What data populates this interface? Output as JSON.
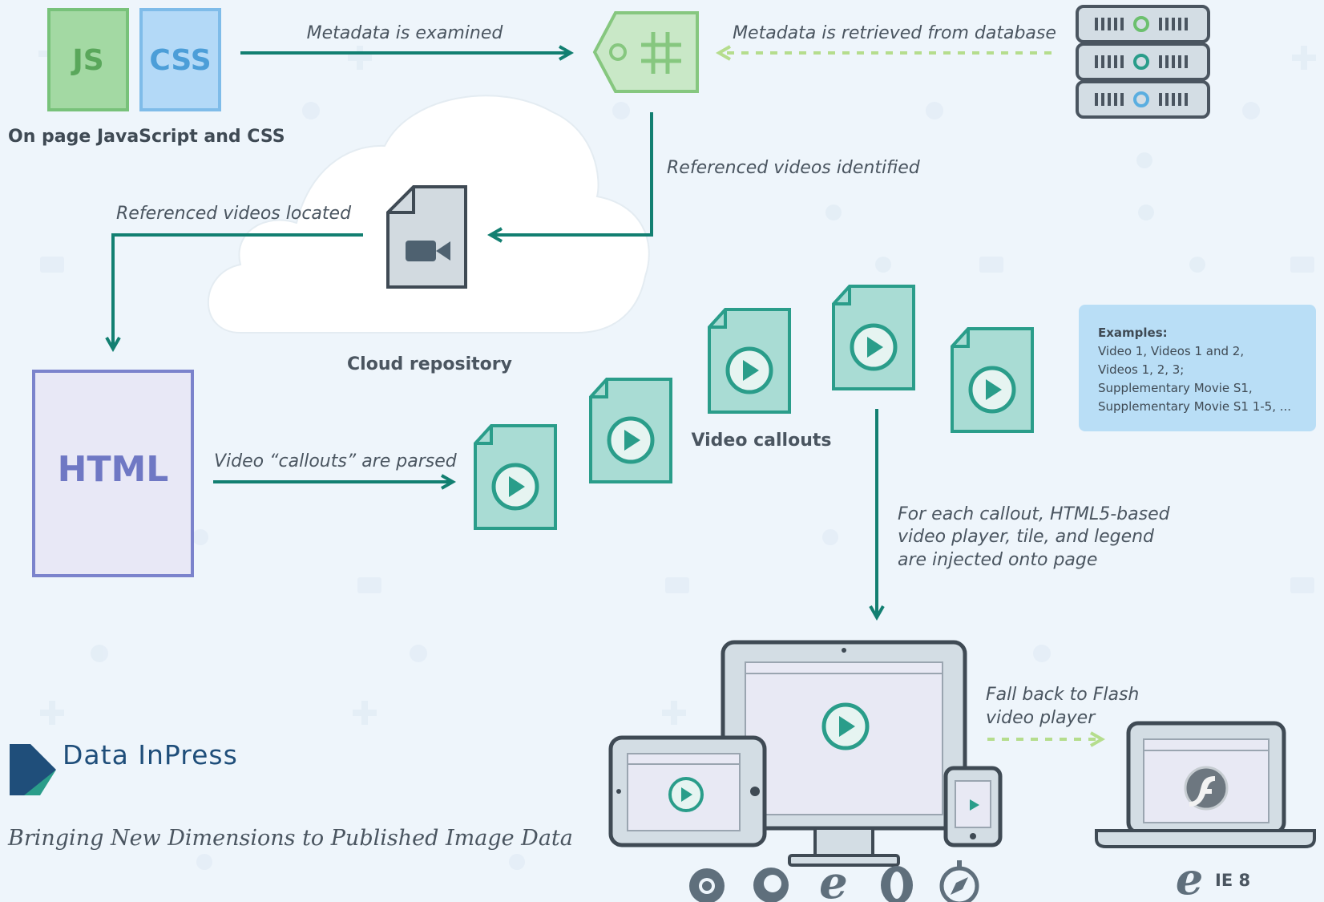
{
  "labels": {
    "metadata_examined": "Metadata is examined",
    "metadata_retrieved": "Metadata is retrieved from database",
    "on_page_js_css": "On page JavaScript and CSS",
    "referenced_identified": "Referenced videos identified",
    "referenced_located": "Referenced videos located",
    "cloud_repository": "Cloud repository",
    "callouts_parsed": "Video “callouts” are parsed",
    "video_callouts": "Video callouts",
    "injected_line1": "For each callout, HTML5-based",
    "injected_line2": "video player, tile, and legend",
    "injected_line3": "are injected onto page",
    "fallback_line1": "Fall back to Flash",
    "fallback_line2": "video player"
  },
  "file_icons": {
    "js": "JS",
    "css": "CSS",
    "html": "HTML"
  },
  "examples": {
    "title": "Examples:",
    "lines": [
      "Video 1, Videos 1 and 2,",
      "Videos 1, 2, 3;",
      "Supplementary Movie S1,",
      "Supplementary Movie S1 1-5, ..."
    ]
  },
  "branding": {
    "name": "Data InPress",
    "tagline": "Bringing New Dimensions to Published Image Data",
    "ie_label": "IE 8"
  },
  "icons": [
    "server-icon",
    "tag-icon",
    "cloud-icon",
    "video-file-icon",
    "play-file-icon",
    "monitor-icon",
    "tablet-icon",
    "phone-icon",
    "laptop-icon",
    "flash-icon",
    "chrome-icon",
    "firefox-icon",
    "ie-icon",
    "opera-icon",
    "safari-icon"
  ],
  "colors": {
    "teal": "#127f71",
    "teal_light": "#a9dcd4",
    "green": "#a3d9a3",
    "blue": "#b3d9f7",
    "purple": "#7b83cc",
    "background": "#eef5fb",
    "dashed_green": "#b5dd8d"
  }
}
